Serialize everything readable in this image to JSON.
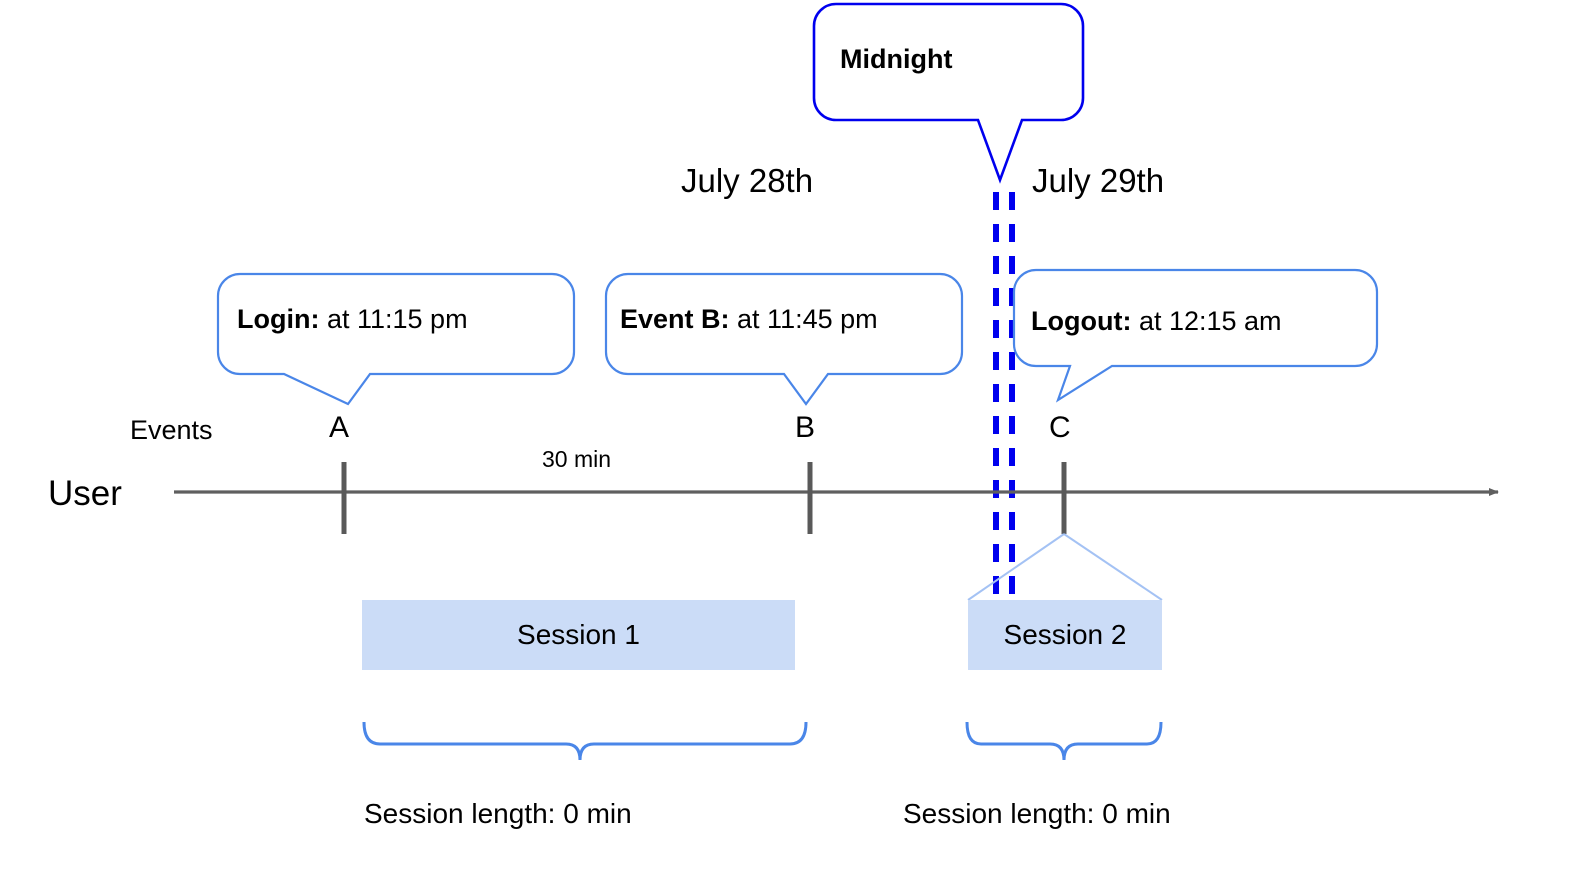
{
  "diagram": {
    "title_semantic": "user-session-timeline",
    "colors": {
      "callout_border": "#4a86e8",
      "midnight_border": "#0000ee",
      "midnight_dash": "#0000ee",
      "axis": "#5f5f5f",
      "tick": "#595959",
      "session_fill": "#cbdcf7",
      "brace": "#4a86e8",
      "tent": "#a4c2f4"
    }
  },
  "midnight_callout": {
    "label": "Midnight"
  },
  "dates": {
    "left": "July 28th",
    "right": "July 29th"
  },
  "callouts": [
    {
      "id": "login",
      "bold": "Login:",
      "rest": " at 11:15 pm"
    },
    {
      "id": "eventb",
      "bold": "Event B:",
      "rest": " at 11:45 pm"
    },
    {
      "id": "logout",
      "bold": "Logout:",
      "rest": " at 12:15 am"
    }
  ],
  "axis": {
    "row_label": "User",
    "events_label": "Events",
    "duration_label": "30 min",
    "ticks": [
      {
        "id": "a",
        "label": "A"
      },
      {
        "id": "b",
        "label": "B"
      },
      {
        "id": "c",
        "label": "C"
      }
    ]
  },
  "sessions": [
    {
      "id": "session-1",
      "label": "Session 1",
      "length_label": "Session length: 0 min"
    },
    {
      "id": "session-2",
      "label": "Session 2",
      "length_label": "Session length: 0 min"
    }
  ]
}
